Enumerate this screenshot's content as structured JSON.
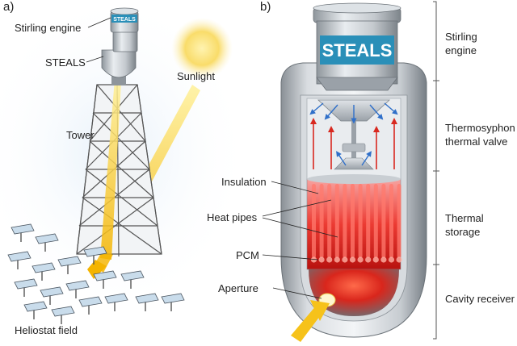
{
  "panels": {
    "a": "a)",
    "b": "b)"
  },
  "tower_diagram": {
    "stirling_engine": "Stirling engine",
    "steals": "STEALS",
    "sunlight": "Sunlight",
    "tower": "Tower",
    "heliostat_field": "Heliostat field",
    "engine_badge": "STEALS"
  },
  "cutaway_diagram": {
    "badge": "STEALS",
    "insulation": "Insulation",
    "heat_pipes": "Heat pipes",
    "pcm": "PCM",
    "aperture": "Aperture"
  },
  "sections": [
    "Stirling engine",
    "Thermosyphon thermal valve",
    "Thermal storage",
    "Cavity receiver"
  ],
  "colors": {
    "sun": "#f7d24a",
    "beam": "#f6c21a",
    "badge": "#2a8fb8",
    "pcm_glow": "#e8302a",
    "steel": "#b9bec4"
  }
}
